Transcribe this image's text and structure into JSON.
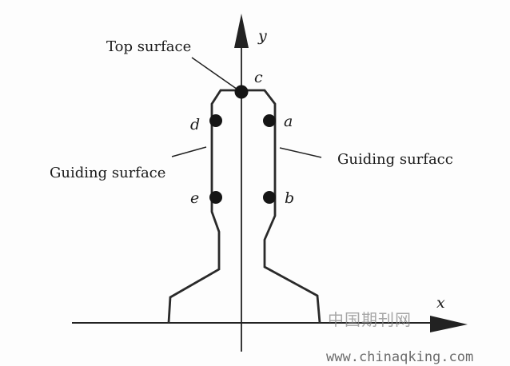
{
  "diagram": {
    "axis_x_label": "x",
    "axis_y_label": "y",
    "top_surface_label": "Top surface",
    "guiding_surface_left_label": "Guiding surface",
    "guiding_surface_right_label": "Guiding surfacc",
    "points": {
      "a": "a",
      "b": "b",
      "c": "c",
      "d": "d",
      "e": "e"
    }
  },
  "watermark": {
    "chinese": "中国期刊网",
    "url": "www.chinaqking.com"
  },
  "colors": {
    "line": "#2a2a2a",
    "point": "#151515",
    "background": "#fdfdfd"
  }
}
